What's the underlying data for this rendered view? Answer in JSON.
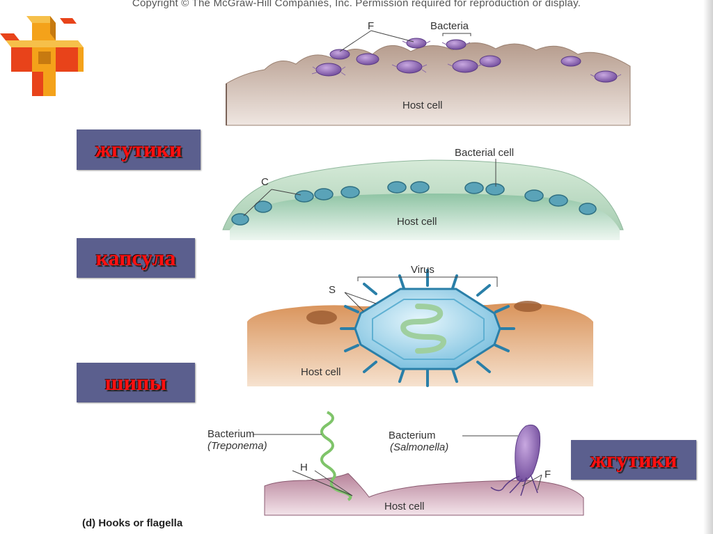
{
  "copyright": "Copyright © The McGraw-Hill Companies, Inc. Permission required for reproduction or display.",
  "panel_a": {
    "f_label": "F",
    "bacteria_label": "Bacteria",
    "host_label": "Host cell"
  },
  "panel_b": {
    "c_label": "C",
    "bacterial_cell_label": "Bacterial cell",
    "host_label": "Host cell"
  },
  "panel_c": {
    "s_label": "S",
    "virus_label": "Virus",
    "host_label": "Host cell"
  },
  "panel_d": {
    "treponema_label": "Bacterium",
    "treponema_species": "(Treponema)",
    "salmonella_label": "Bacterium",
    "salmonella_species": "(Salmonella)",
    "h_label": "H",
    "f_label": "F",
    "host_label": "Host cell",
    "caption": "(d) Hooks or flagella"
  },
  "labels": {
    "flagella_top": "жгутики",
    "capsule": "капсула",
    "spikes": "шипы",
    "flagella_bottom": "жгутики"
  },
  "colors": {
    "label_bg": "#5b5f8e",
    "label_text": "#ff1010",
    "logo_red": "#e8431a",
    "logo_orange": "#f4a21a"
  }
}
